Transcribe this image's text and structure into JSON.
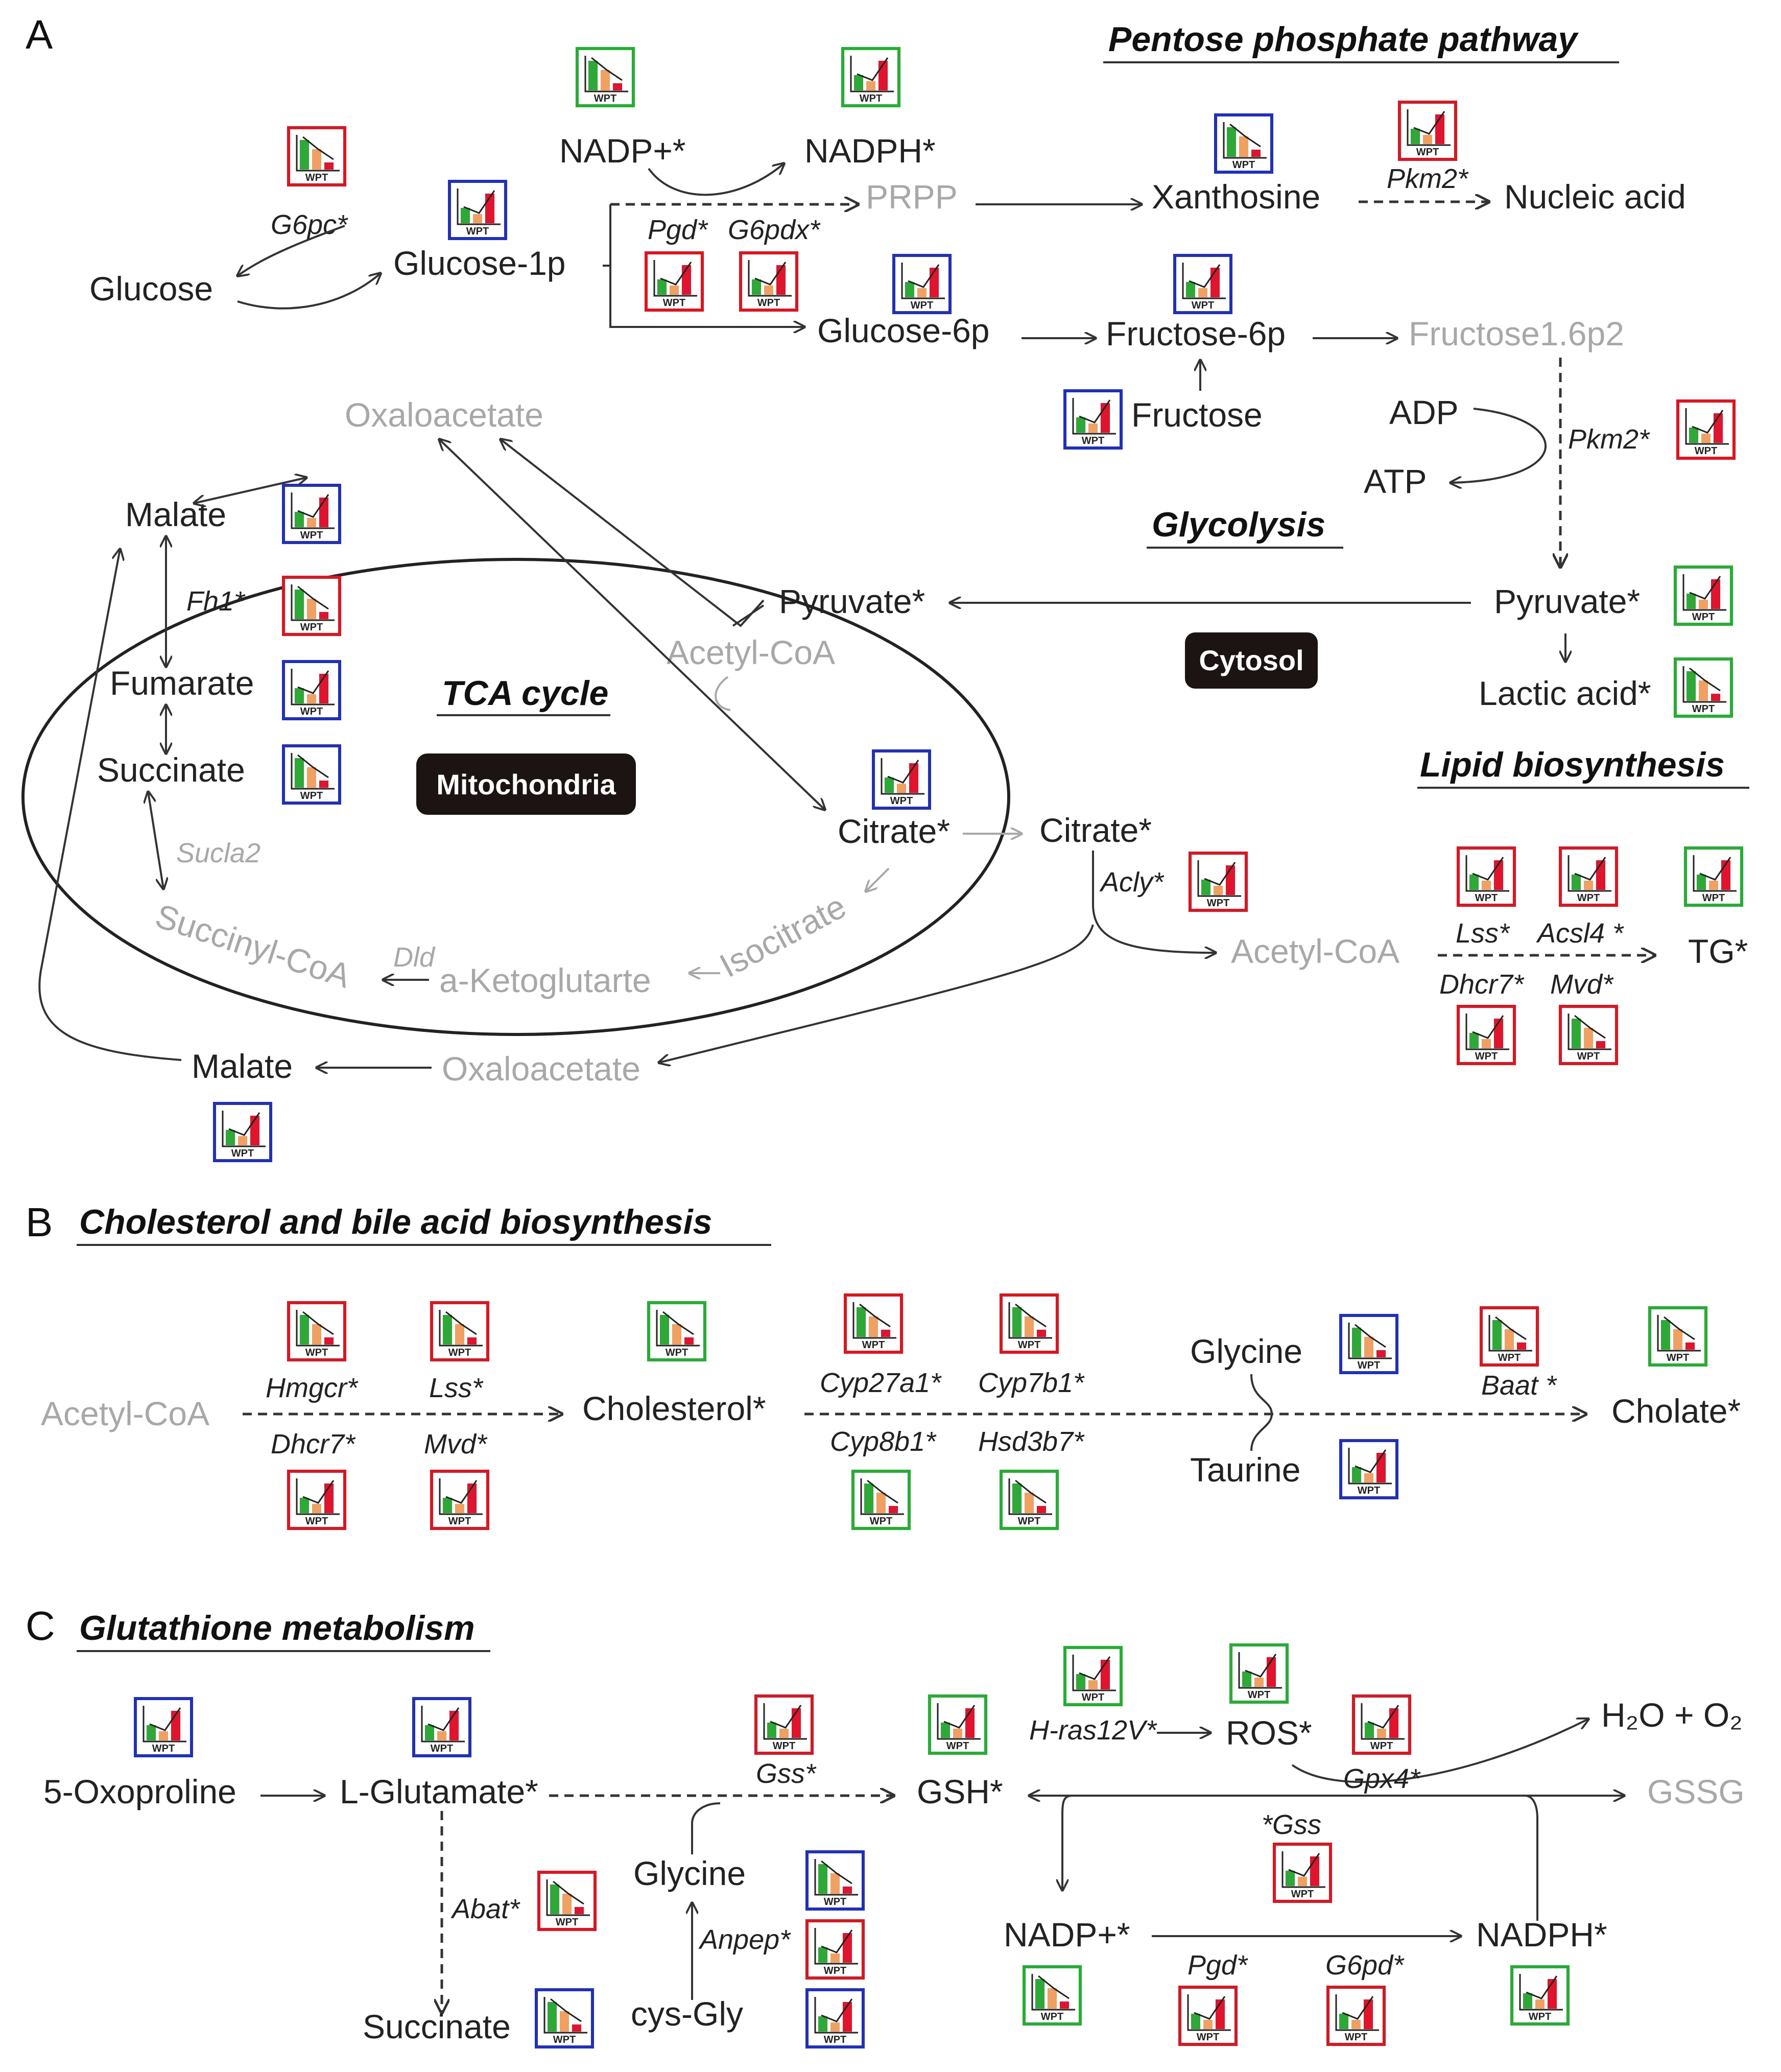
{
  "panels": {
    "a": "A",
    "b": "B",
    "c": "C"
  },
  "titles": {
    "ppp": "Pentose phosphate pathway",
    "glycolysis": "Glycolysis",
    "tca": "TCA cycle",
    "lipid": "Lipid  biosynthesis",
    "cholesterol": "Cholesterol and bile acid biosynthesis",
    "glutathione": "Glutathione metabolism"
  },
  "compartments": {
    "cytosol": "Cytosol",
    "mitochondria": "Mitochondria"
  },
  "panel_a": {
    "glucose": "Glucose",
    "g6pc": "G6pc*",
    "glucose1p": "Glucose-1p",
    "nadp_plus": "NADP+*",
    "nadph": "NADPH*",
    "prpp": "PRPP",
    "pgd": "Pgd*",
    "g6pdx": "G6pdx*",
    "xanthosine": "Xanthosine",
    "pkm2_top": "Pkm2*",
    "nucleic_acid": "Nucleic acid",
    "glucose6p": "Glucose-6p",
    "fructose6p": "Fructose-6p",
    "fructose16p2": "Fructose1.6p2",
    "fructose": "Fructose",
    "adp": "ADP",
    "atp": "ATP",
    "pkm2_mid": "Pkm2*",
    "oxaloacetate_mito": "Oxaloacetate",
    "malate_mito": "Malate",
    "fh1": "Fh1*",
    "fumarate": "Fumarate",
    "succinate": "Succinate",
    "sucla2": "Sucla2",
    "succinyl_coa": "Succinyl-CoA",
    "dld": "Dld",
    "a_ketoglutarate": "a-Ketoglutarte",
    "isocitrate": "Isocitrate",
    "pyruvate_mito": "Pyruvate*",
    "acetyl_coa_mito": "Acetyl-CoA",
    "citrate_mito": "Citrate*",
    "pyruvate_cyto": "Pyruvate*",
    "lactic_acid": "Lactic acid*",
    "citrate_cyto": "Citrate*",
    "acly": "Acly*",
    "acetyl_coa_cyto": "Acetyl-CoA",
    "lss": "Lss*",
    "acsl4": "Acsl4 *",
    "dhcr7": "Dhcr7*",
    "mvd": "Mvd*",
    "tg": "TG*",
    "malate_cyto": "Malate",
    "oxaloacetate_cyto": "Oxaloacetate"
  },
  "panel_b": {
    "acetyl_coa": "Acetyl-CoA",
    "hmgcr": "Hmgcr*",
    "lss": "Lss*",
    "dhcr7": "Dhcr7*",
    "mvd": "Mvd*",
    "cholesterol": "Cholesterol*",
    "cyp27a1": "Cyp27a1*",
    "cyp7b1": "Cyp7b1*",
    "cyp8b1": "Cyp8b1*",
    "hsd3b7": "Hsd3b7*",
    "glycine": "Glycine",
    "taurine": "Taurine",
    "baat": "Baat *",
    "cholate": "Cholate*"
  },
  "panel_c": {
    "oxoproline": "5-Oxoproline",
    "l_glutamate": "L-Glutamate*",
    "gss_top": "Gss*",
    "gsh": "GSH*",
    "hras": "H-ras12V*",
    "ros": "ROS*",
    "h2o_o2": "H₂O + O₂",
    "gpx4": "Gpx4*",
    "gssg": "GSSG",
    "gss_mid": "*Gss",
    "abat": "Abat*",
    "succinate": "Succinate",
    "glycine": "Glycine",
    "anpep": "Anpep*",
    "cys_gly": "cys-Gly",
    "nadp_plus": "NADP+*",
    "nadph": "NADPH*",
    "pgd": "Pgd*",
    "g6pd": "G6pd*"
  },
  "icon_caption": "WPT",
  "icon_legend": {
    "green": "#2ea836",
    "orange": "#f0a060",
    "red": "#e0142c"
  },
  "border_colors": {
    "red": "#e0141e",
    "green": "#22b030",
    "blue": "#1f2fbf"
  }
}
